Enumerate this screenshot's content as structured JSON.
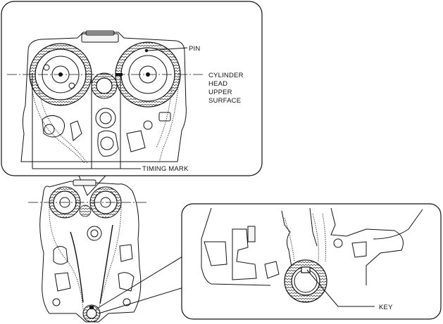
{
  "labels": {
    "pin": "PIN",
    "cyl_line1": "CYLINDER",
    "cyl_line2": "HEAD",
    "cyl_line3": "UPPER",
    "cyl_line4": "SURFACE",
    "timing_mark": "TIMING MARK",
    "key": "KEY"
  }
}
